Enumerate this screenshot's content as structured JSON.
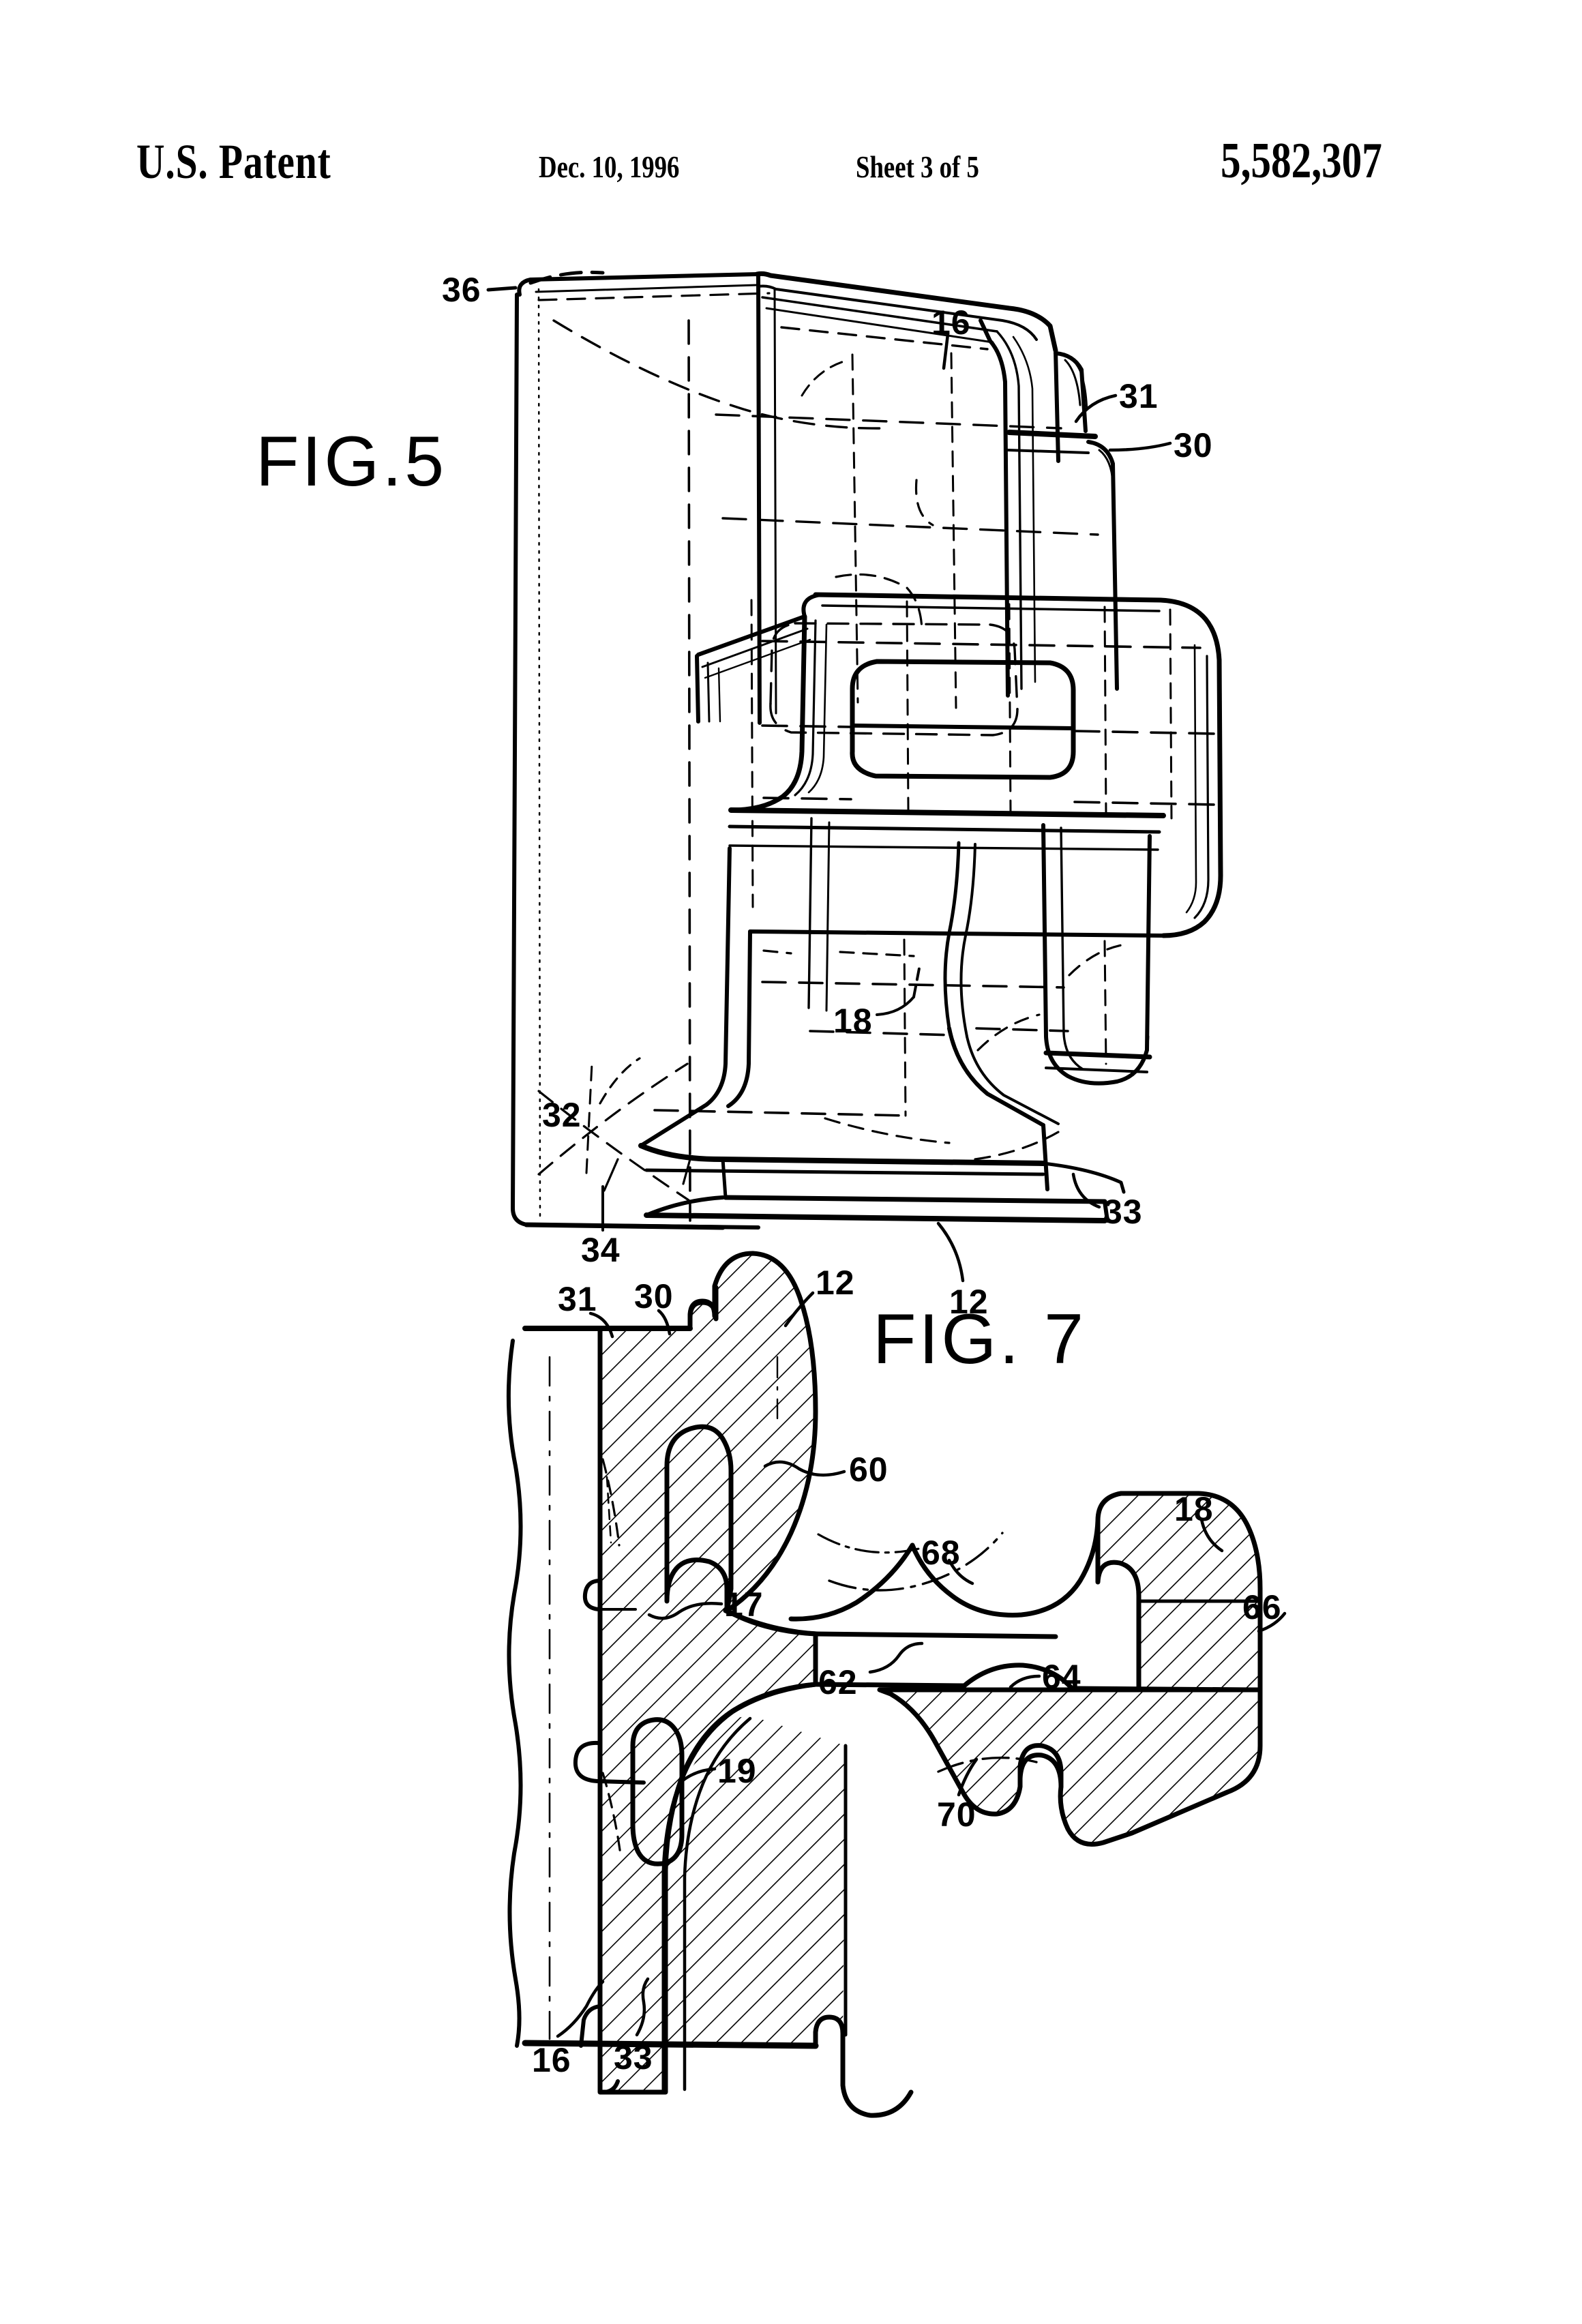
{
  "document": {
    "type": "us-patent-drawing-sheet",
    "header": {
      "title": "U.S. Patent",
      "date": "Dec. 10, 1996",
      "sheet": "Sheet 3 of 5",
      "patent_number": "5,582,307"
    }
  },
  "figures": [
    {
      "id": "fig5",
      "caption": "FIG.5",
      "view": "perspective, hidden lines dashed",
      "reference_numerals": [
        "36",
        "16",
        "31",
        "30",
        "18",
        "32",
        "33",
        "34",
        "12"
      ]
    },
    {
      "id": "fig7",
      "caption": "FIG. 7",
      "view": "sectional, cross-hatched",
      "reference_numerals": [
        "31",
        "30",
        "12",
        "60",
        "18",
        "68",
        "66",
        "17",
        "62",
        "64",
        "19",
        "70",
        "16",
        "33"
      ]
    }
  ],
  "fig5": {
    "caption": "FIG.5",
    "labels": {
      "n36": "36",
      "n16": "16",
      "n31": "31",
      "n30": "30",
      "n18": "18",
      "n32": "32",
      "n33": "33",
      "n34": "34",
      "n12": "12"
    }
  },
  "fig7": {
    "caption": "FIG. 7",
    "labels": {
      "n31": "31",
      "n30": "30",
      "n12": "12",
      "n60": "60",
      "n18": "18",
      "n68": "68",
      "n66": "66",
      "n17": "17",
      "n62": "62",
      "n64": "64",
      "n19": "19",
      "n70": "70",
      "n16": "16",
      "n33": "33"
    }
  },
  "colors": {
    "ink": "#000000",
    "paper": "#ffffff"
  }
}
